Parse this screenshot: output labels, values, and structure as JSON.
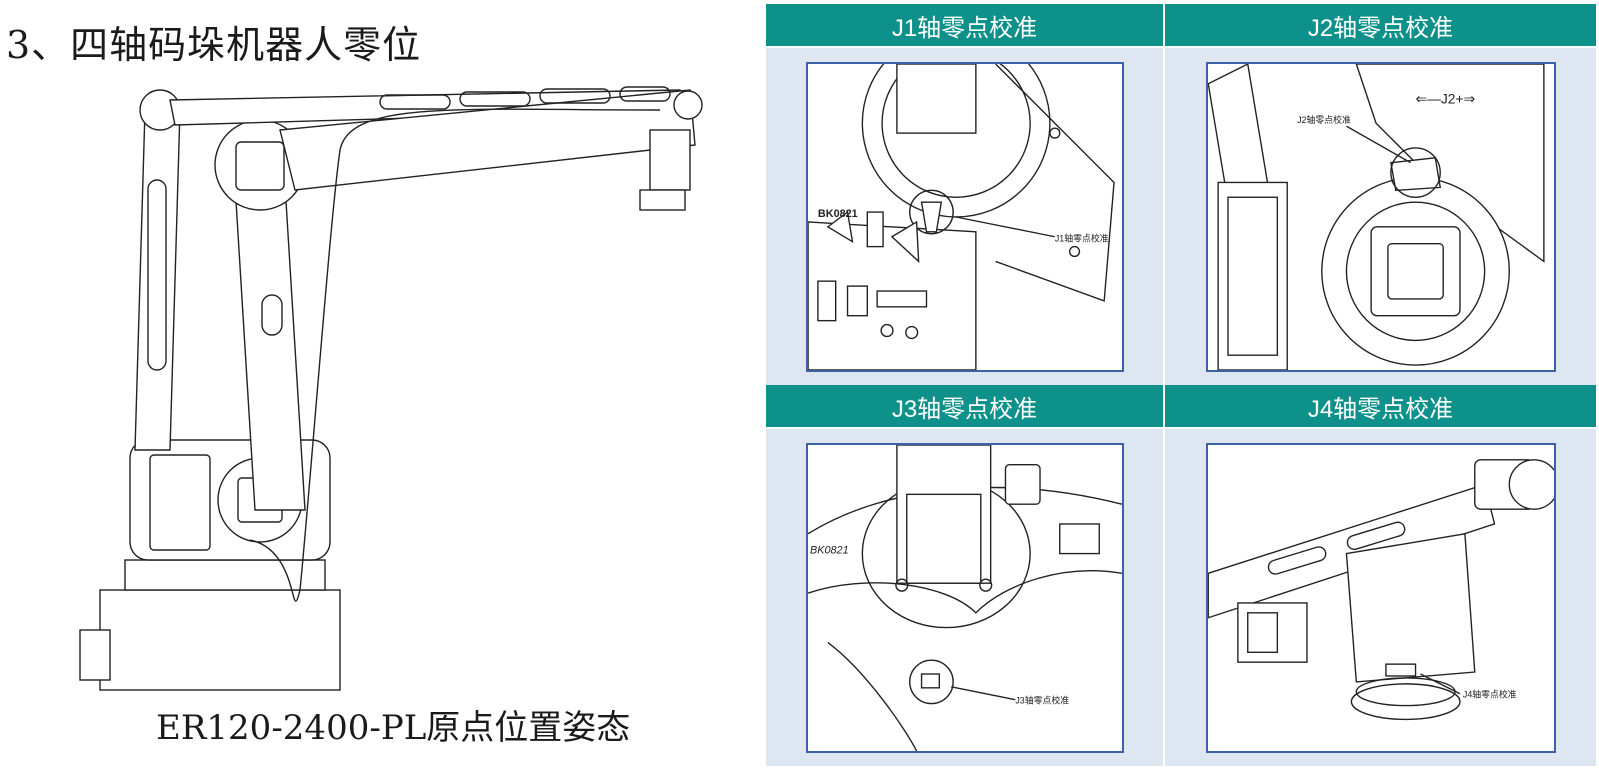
{
  "page": {
    "title": "3、四轴码垛机器人零位",
    "caption": "ER120-2400-PL原点位置姿态"
  },
  "colors": {
    "header_bg": "#0e918a",
    "panel_bg": "#dde6f1",
    "frame": "#3b62a6"
  },
  "panels": [
    {
      "header": "J1轴零点校准",
      "callout": "J1轴零点校准",
      "stamp": "BK0821"
    },
    {
      "header": "J2轴零点校准",
      "callout": "J2轴零点校准",
      "arrow_label": "⇐—J2+⇒"
    },
    {
      "header": "J3轴零点校准",
      "callout": "J3轴零点校准",
      "stamp": "BK0821"
    },
    {
      "header": "J4轴零点校准",
      "callout": "J4轴零点校准"
    }
  ]
}
